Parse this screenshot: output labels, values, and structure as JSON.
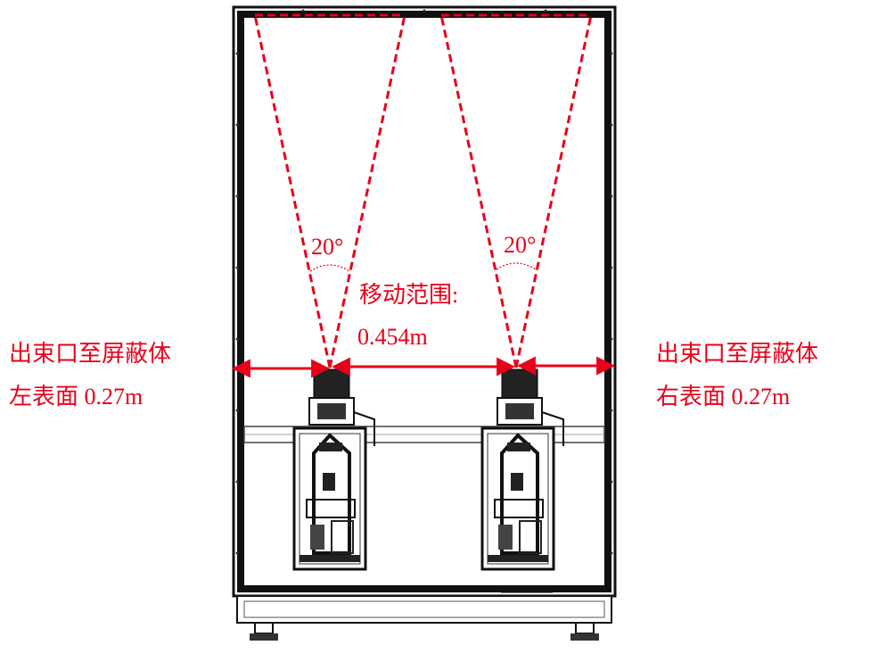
{
  "beam_angle_left": "20°",
  "beam_angle_right": "20°",
  "movement_range": {
    "label": "移动范围:",
    "value": "0.454m"
  },
  "left_distance": {
    "line1": "出束口至屏蔽体",
    "line2": "左表面 0.27m"
  },
  "right_distance": {
    "line1": "出束口至屏蔽体",
    "line2": "右表面 0.27m"
  },
  "colors": {
    "annotation": "#e8001a",
    "outline": "#111111",
    "frame_fill": "#ffffff"
  }
}
